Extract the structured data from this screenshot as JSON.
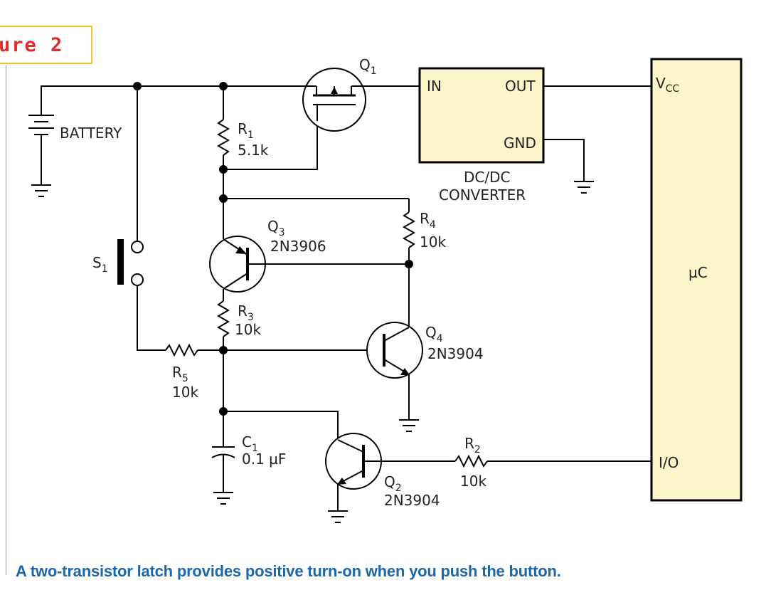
{
  "figure_label": "ure 2",
  "caption": "A two-transistor latch provides positive turn-on when you push the button.",
  "components": {
    "battery": "BATTERY",
    "q1": {
      "ref": "Q",
      "sub": "1"
    },
    "r1": {
      "ref": "R",
      "sub": "1",
      "value": "5.1k"
    },
    "q3": {
      "ref": "Q",
      "sub": "3",
      "part": "2N3906"
    },
    "r4": {
      "ref": "R",
      "sub": "4",
      "value": "10k"
    },
    "s1": {
      "ref": "S",
      "sub": "1"
    },
    "r3": {
      "ref": "R",
      "sub": "3",
      "value": "10k"
    },
    "q4": {
      "ref": "Q",
      "sub": "4",
      "part": "2N3904"
    },
    "r5": {
      "ref": "R",
      "sub": "5",
      "value": "10k"
    },
    "c1": {
      "ref": "C",
      "sub": "1",
      "value": "0.1 µF"
    },
    "q2": {
      "ref": "Q",
      "sub": "2",
      "part": "2N3904"
    },
    "r2": {
      "ref": "R",
      "sub": "2",
      "value": "10k"
    }
  },
  "dcdc": {
    "in": "IN",
    "out": "OUT",
    "gnd": "GND",
    "title_line1": "DC/DC",
    "title_line2": "CONVERTER"
  },
  "mcu": {
    "name": "µC",
    "vcc_main": "V",
    "vcc_sub": "CC",
    "io": "I/O"
  },
  "colors": {
    "box_fill": "#fbf5c9",
    "caption": "#1d67a8",
    "figure_label": "#e32a27",
    "figure_border": "#f2c230"
  }
}
